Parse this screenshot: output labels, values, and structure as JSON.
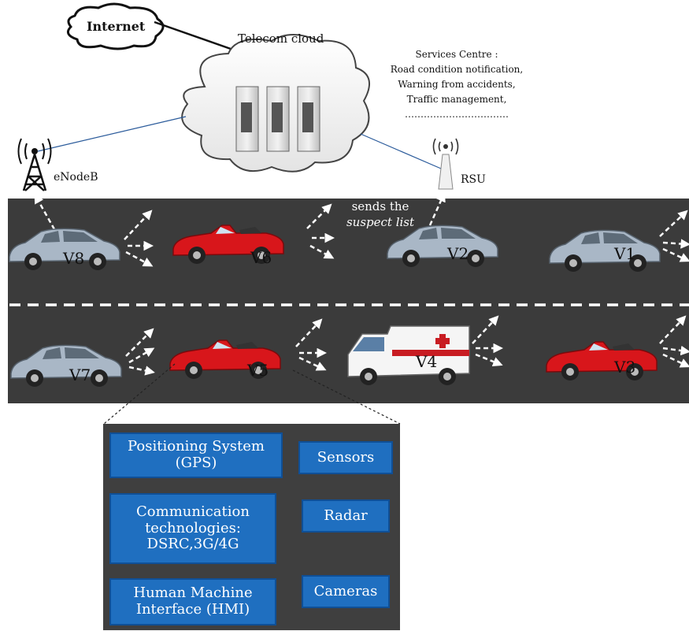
{
  "labels": {
    "internet": "Internet",
    "telecom_cloud": "Telecom cloud",
    "enodeb": "eNodeB",
    "rsu": "RSU",
    "sends_the": "sends the",
    "suspect_list": "suspect list"
  },
  "services": {
    "heading": "Services Centre :",
    "items": [
      "Road condition notification,",
      "Warning from accidents,",
      "Traffic management,",
      "……………………………"
    ]
  },
  "vehicles": {
    "v8": "V8",
    "v6": "V6",
    "v2": "V2",
    "v1": "V1",
    "v7": "V7",
    "v5": "V5",
    "v4": "V4",
    "v3": "V3"
  },
  "onboard": {
    "gps": "Positioning System (GPS)",
    "comm": "Communication technologies: DSRC,3G/4G",
    "hmi": "Human Machine Interface (HMI)",
    "sensors": "Sensors",
    "radar": "Radar",
    "cameras": "Cameras"
  },
  "colors": {
    "road": "#3b3b3b",
    "box_fill": "#1f6fc0",
    "panel": "#3f3f3f",
    "red_car": "#d8161b",
    "silver_car": "#a9b7c6"
  }
}
